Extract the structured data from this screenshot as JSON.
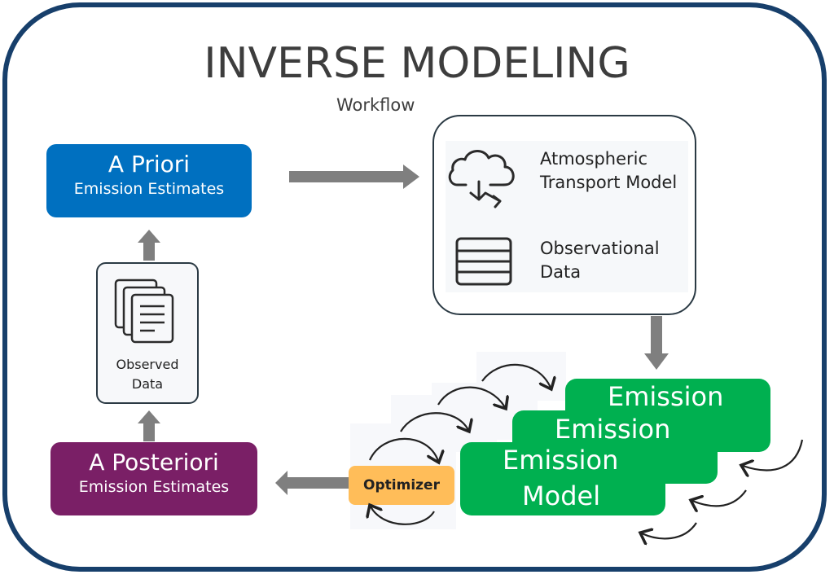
{
  "title": "INVERSE MODELING",
  "subtitle": "Workflow",
  "colors": {
    "frame": "#173f6b",
    "apriori": "#0070c0",
    "aposteriori": "#7a1f66",
    "emission_model": "#00b050",
    "optimizer": "#ffbd59",
    "arrow": "#7f7f7f"
  },
  "nodes": {
    "apriori": {
      "title": "A Priori",
      "subtitle": "Emission Estimates"
    },
    "aposteriori": {
      "title": "A Posteriori",
      "subtitle": "Emission Estimates"
    },
    "observed_data": {
      "label_line1": "Observed",
      "label_line2": "Data",
      "icon": "documents-icon"
    },
    "model_panel": {
      "items": [
        {
          "line1": "Atmospheric",
          "line2": "Transport Model",
          "icon": "cloud-icon"
        },
        {
          "line1": "Observational",
          "line2": "Data",
          "icon": "table-icon"
        }
      ]
    },
    "emission_model": {
      "layers": [
        "Emission",
        "Emission",
        "Emission"
      ],
      "front_second_line": "Model"
    },
    "optimizer": {
      "label": "Optimizer"
    }
  }
}
